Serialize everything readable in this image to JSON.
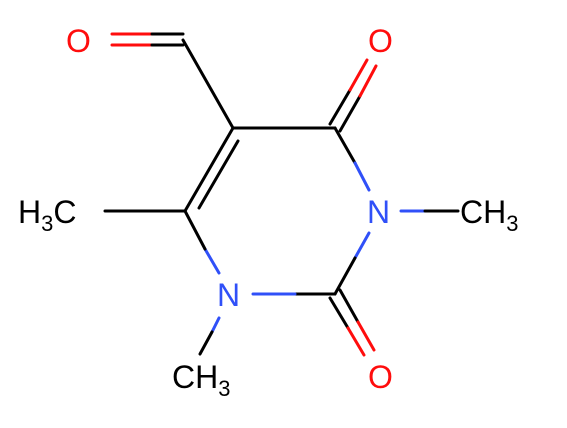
{
  "molecule": {
    "atoms": {
      "aldehyde_o": "O",
      "ketone_o_top": "O",
      "ketone_o_bottom": "O",
      "n3": "N",
      "n1": "N",
      "methyl_c6_main": "H",
      "methyl_c6_sub": "3",
      "methyl_c6_c": "C",
      "methyl_n3_ch": "CH",
      "methyl_n3_sub": "3",
      "methyl_n1_ch": "CH",
      "methyl_n1_sub": "3"
    },
    "colors": {
      "oxygen": "#ff0d0d",
      "nitrogen": "#3050f8",
      "carbon": "#000000"
    }
  }
}
